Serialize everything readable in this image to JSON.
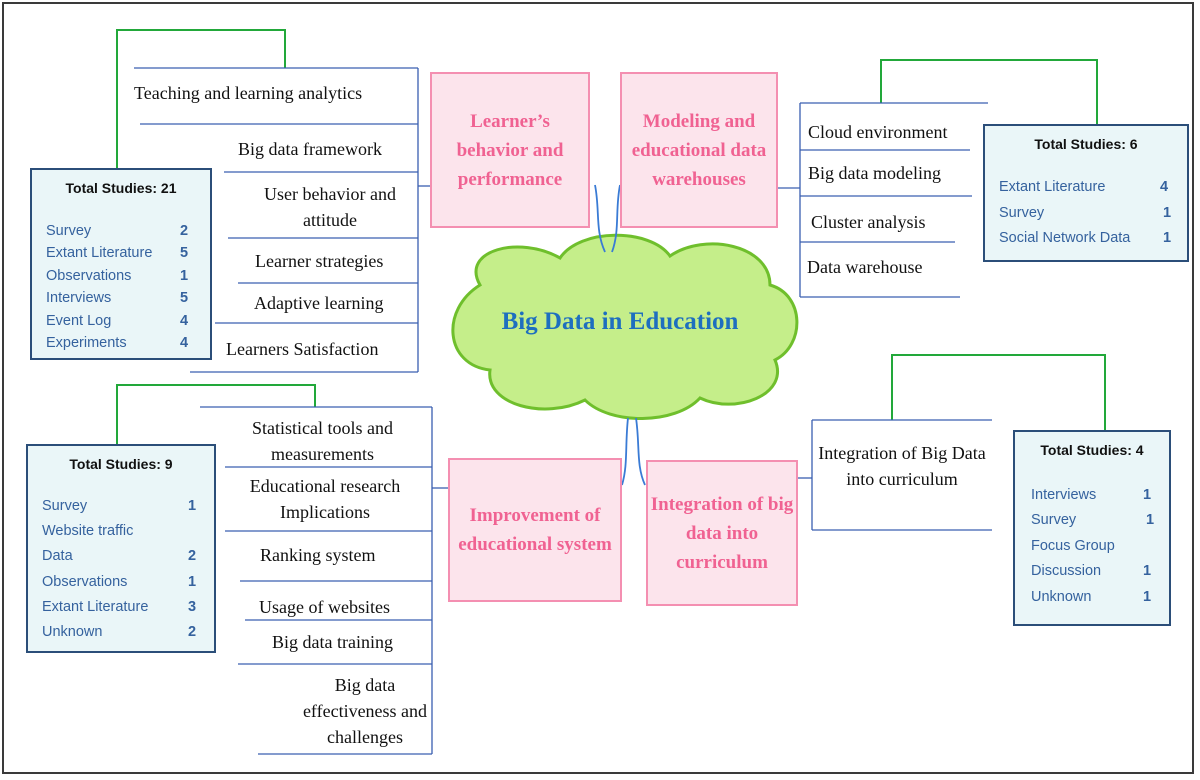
{
  "center": {
    "title": "Big Data in Education"
  },
  "themes": {
    "learner": "Learner’s behavior and performance",
    "modeling": "Modeling and educational data warehouses",
    "improvement": "Improvement of educational system",
    "integration": "Integration of big data into curriculum"
  },
  "learner_items": [
    "Teaching and learning analytics",
    "Big data framework",
    "User behavior and attitude",
    "Learner strategies",
    "Adaptive learning",
    "Learners Satisfaction"
  ],
  "modeling_items": [
    "Cloud environment",
    "Big data modeling",
    "Cluster analysis",
    "Data warehouse"
  ],
  "improvement_items": [
    "Statistical tools and measurements",
    "Educational research Implications",
    "Ranking system",
    "Usage of websites",
    "Big data training",
    "Big data effectiveness and challenges"
  ],
  "integration_items": [
    "Integration of Big Data into curriculum"
  ],
  "stats_learner": {
    "title": "Total Studies: 21",
    "rows": [
      {
        "label": "Survey",
        "value": "2"
      },
      {
        "label": "Extant Literature",
        "value": "5"
      },
      {
        "label": "Observations",
        "value": "1"
      },
      {
        "label": "Interviews",
        "value": "5"
      },
      {
        "label": "Event Log",
        "value": "4"
      },
      {
        "label": "Experiments",
        "value": "4"
      }
    ]
  },
  "stats_modeling": {
    "title": "Total Studies: 6",
    "rows": [
      {
        "label": "Extant Literature",
        "value": "4"
      },
      {
        "label": "Survey",
        "value": "1"
      },
      {
        "label": "Social Network Data",
        "value": "1"
      }
    ]
  },
  "stats_improvement": {
    "title": "Total Studies: 9",
    "rows": [
      {
        "label": "Survey",
        "value": "1"
      },
      {
        "label": "Website traffic",
        "value": ""
      },
      {
        "label": "Data",
        "value": "2"
      },
      {
        "label": "Observations",
        "value": "1"
      },
      {
        "label": "Extant Literature",
        "value": "3"
      },
      {
        "label": "Unknown",
        "value": "2"
      }
    ]
  },
  "stats_integration": {
    "title": "Total Studies: 4",
    "rows": [
      {
        "label": "Interviews",
        "value": "1"
      },
      {
        "label": "Survey",
        "value": "1"
      },
      {
        "label": "Focus Group",
        "value": ""
      },
      {
        "label": "Discussion",
        "value": "1"
      },
      {
        "label": "Unknown",
        "value": "1"
      }
    ]
  },
  "colors": {
    "cloud_fill": "#c5ee8a",
    "cloud_stroke": "#6fbf2c",
    "theme_fill": "#fce4ec",
    "theme_border": "#f48fb1",
    "theme_text": "#f06292",
    "center_text": "#1e6fbf",
    "connector_green": "#22a83a",
    "rule_blue": "#3a5fb0",
    "stat_border": "#2b4e79",
    "stat_text": "#35629e"
  }
}
